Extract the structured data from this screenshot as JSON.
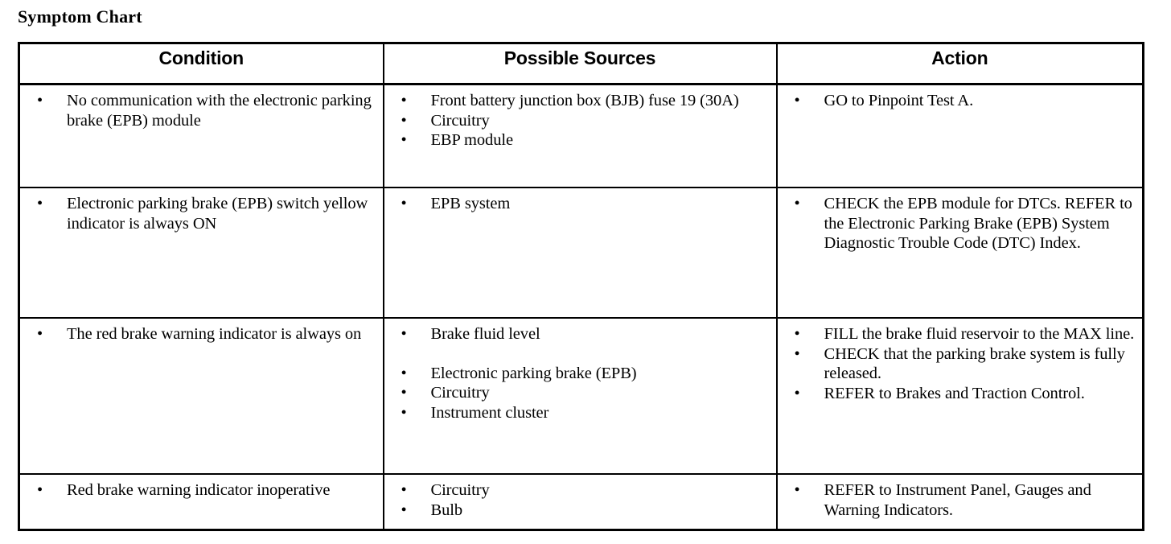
{
  "document": {
    "title": "Symptom Chart"
  },
  "table": {
    "headers": [
      "Condition",
      "Possible Sources",
      "Action"
    ],
    "bullet_glyph": "•",
    "rows": [
      {
        "condition": [
          "No communication with the electronic parking brake (EPB) module"
        ],
        "sources": [
          "Front battery junction box (BJB) fuse 19 (30A)",
          "Circuitry",
          "EBP module"
        ],
        "action": [
          "GO to Pinpoint Test A."
        ]
      },
      {
        "condition": [
          "Electronic parking brake (EPB) switch yellow indicator is always ON"
        ],
        "sources": [
          "EPB system"
        ],
        "action": [
          "CHECK the EPB module for DTCs. REFER to the Electronic Parking Brake (EPB) System Diagnostic Trouble Code (DTC) Index."
        ]
      },
      {
        "condition": [
          "The red brake warning indicator is always on"
        ],
        "sources": [
          "Brake fluid level",
          "Electronic parking brake (EPB)",
          "Circuitry",
          "Instrument cluster"
        ],
        "sources_spaced_index": 1,
        "action": [
          "FILL the brake fluid reservoir to the MAX line.",
          "CHECK that the parking brake system is fully released.",
          "REFER to Brakes and Traction Control."
        ]
      },
      {
        "condition": [
          "Red brake warning indicator inoperative"
        ],
        "sources": [
          "Circuitry",
          "Bulb"
        ],
        "action": [
          "REFER to Instrument Panel, Gauges and Warning Indicators."
        ]
      }
    ]
  }
}
